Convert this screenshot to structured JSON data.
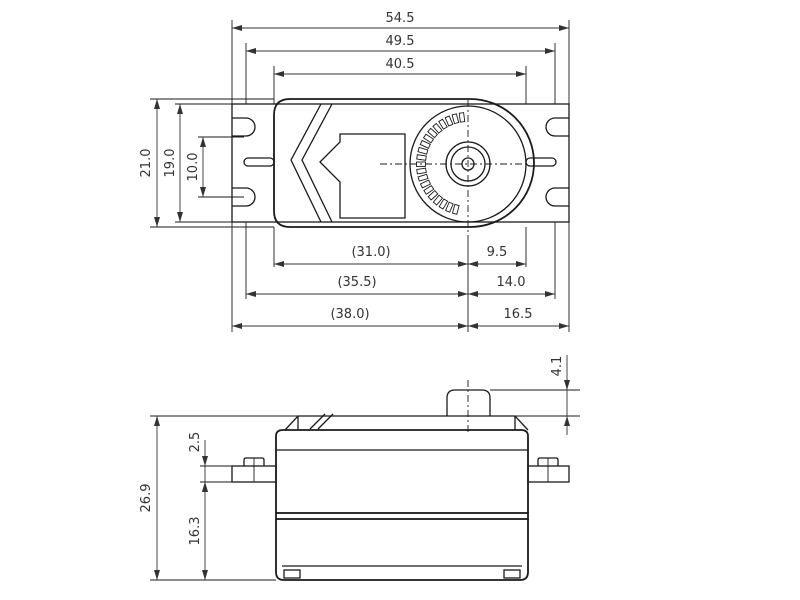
{
  "top_view": {
    "dims": {
      "overall_length": "54.5",
      "mount_hole_spacing": "49.5",
      "case_length": "40.5",
      "case_width": "21.0",
      "tab_width": "19.0",
      "tab_slot_spacing": "10.0",
      "left_to_shaft": "(31.0)",
      "shaft_to_case_end": "9.5",
      "left_hole_to_shaft": "(35.5)",
      "shaft_to_right_hole": "14.0",
      "tab_end_to_shaft": "(38.0)",
      "shaft_to_tab_end": "16.5"
    }
  },
  "side_view": {
    "dims": {
      "output_shaft_height": "4.1",
      "overall_height": "26.9",
      "tab_thickness": "2.5",
      "base_to_tab": "16.3"
    }
  }
}
